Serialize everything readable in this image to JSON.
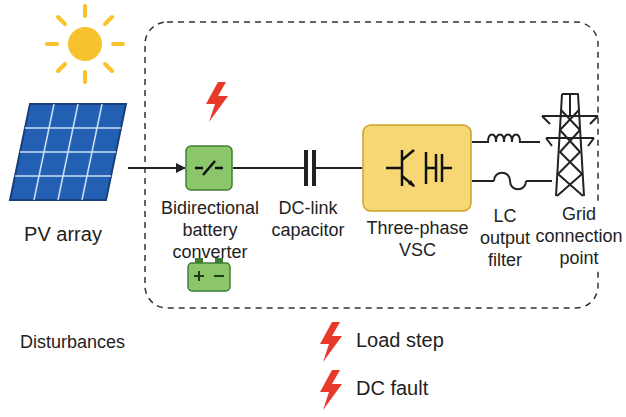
{
  "diagram": {
    "nodes": [
      {
        "text": [
          "PV array"
        ]
      },
      {
        "text": [
          "Bidirectional battery converter"
        ]
      },
      {
        "text": [
          "DC-link capacitor"
        ]
      },
      {
        "text": [
          "Three-phase VSC"
        ]
      },
      {
        "text": [
          "LC output filter"
        ]
      },
      {
        "text": [
          "Grid connection point"
        ]
      }
    ],
    "edges": [
      {
        "from": 0,
        "to": 1,
        "arrow": "to"
      },
      {
        "from": 1,
        "to": 2,
        "arrow": "none"
      },
      {
        "from": 2,
        "to": 3,
        "arrow": "none"
      },
      {
        "from": 3,
        "to": 4,
        "arrow": "none"
      },
      {
        "from": 4,
        "to": 5,
        "arrow": "none"
      }
    ],
    "labels": [
      "Disturbances"
    ],
    "legend": [
      {
        "text": "Load step"
      },
      {
        "text": "DC fault"
      }
    ]
  }
}
